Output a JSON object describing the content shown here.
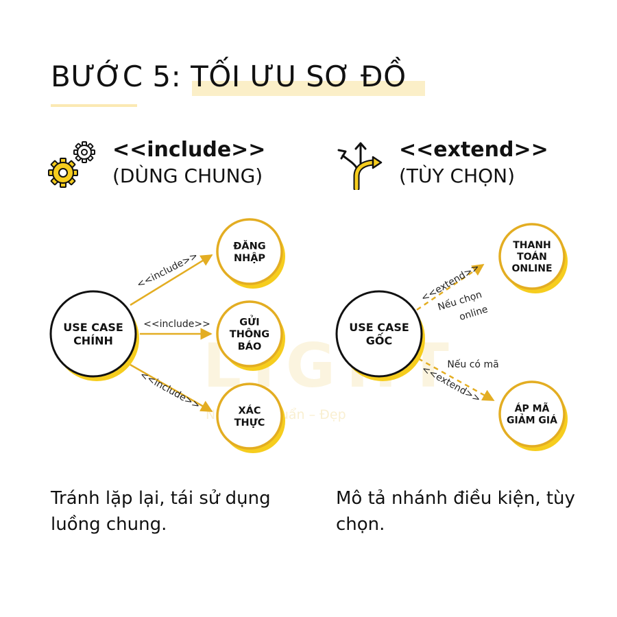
{
  "title": {
    "prefix": "BƯỚC 5: ",
    "highlight": "TỐI ƯU SƠ ĐỒ"
  },
  "accent_color": "#e3ad22",
  "shadow_color": "#f6cd1e",
  "left": {
    "icon": "gears-icon",
    "keyword": "<<include>>",
    "subtitle": "(DÙNG CHUNG)",
    "center_node": [
      "USE CASE",
      "CHÍNH"
    ],
    "targets": [
      {
        "lines": [
          "ĐĂNG",
          "NHẬP"
        ],
        "edge_label": "<<include>>"
      },
      {
        "lines": [
          "GỬI",
          "THÔNG",
          "BÁO"
        ],
        "edge_label": "<<include>>"
      },
      {
        "lines": [
          "XÁC",
          "THỰC"
        ],
        "edge_label": "<<include>>"
      }
    ],
    "caption": "Tránh lặp lại, tái sử dụng luồng chung."
  },
  "right": {
    "icon": "split-arrows-icon",
    "keyword": "<<extend>>",
    "subtitle": "(TÙY CHỌN)",
    "center_node": [
      "USE CASE",
      "GỐC"
    ],
    "targets": [
      {
        "lines": [
          "THANH",
          "TOÁN",
          "ONLINE"
        ],
        "edge_label": "<<extend>>",
        "condition": [
          "Nếu chọn",
          "online"
        ]
      },
      {
        "lines": [
          "ÁP MÃ",
          "GIẢM GIÁ"
        ],
        "edge_label": "<<extend>>",
        "condition": [
          "Nếu có mã"
        ]
      }
    ],
    "caption": "Mô tả nhánh điều kiện, tùy chọn."
  },
  "watermark": {
    "main": "LIGHT",
    "tagline": "Nhanh – Chuẩn – Đẹp"
  }
}
